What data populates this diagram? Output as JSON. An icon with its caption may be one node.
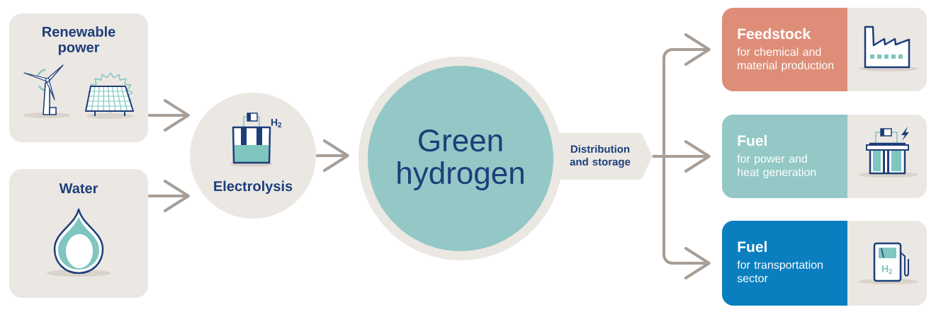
{
  "diagram": {
    "nodes": [
      {
        "text": [
          "Renewable power"
        ]
      },
      {
        "text": [
          "Water"
        ]
      },
      {
        "text": [
          "Electrolysis"
        ]
      },
      {
        "text": [
          "Green hydrogen"
        ]
      },
      {
        "text": [
          "Distribution and storage"
        ]
      },
      {
        "text": [
          "Feedstock",
          "for chemical and material production"
        ]
      },
      {
        "text": [
          "Fuel",
          "for power and heat generation"
        ]
      },
      {
        "text": [
          "Fuel",
          "for transportation sector"
        ]
      }
    ],
    "edges": [
      {
        "from": 0,
        "to": 2,
        "arrow": "to"
      },
      {
        "from": 1,
        "to": 2,
        "arrow": "to"
      },
      {
        "from": 2,
        "to": 3,
        "arrow": "to"
      },
      {
        "from": 4,
        "to": 5,
        "arrow": "to"
      },
      {
        "from": 4,
        "to": 6,
        "arrow": "to"
      },
      {
        "from": 4,
        "to": 7,
        "arrow": "to"
      }
    ],
    "labels": [
      "H$_{2}$",
      "H$_{2}$"
    ]
  }
}
